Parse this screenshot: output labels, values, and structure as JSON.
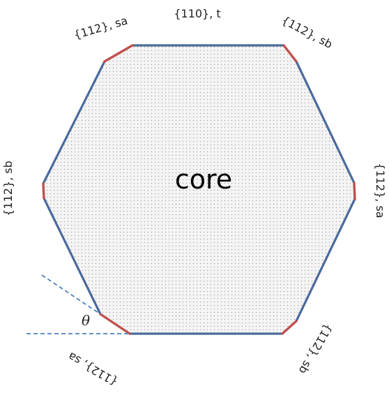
{
  "core_label": "core",
  "theta_label": "θ",
  "facet_labels": {
    "top": "{110}, t",
    "top_left": "{112}, sa",
    "top_right": "{112}, sb",
    "left": "{112}, sb",
    "right": "{112}, sa",
    "bottom_left": "{112}, sa",
    "bottom_right": "{112}, sb"
  },
  "colors": {
    "hexagon_edge": "#4a6a9c",
    "facet_edge": "#c0504d",
    "dashed_line": "#4f81bd",
    "fill_dots": "#9a9a9a"
  }
}
